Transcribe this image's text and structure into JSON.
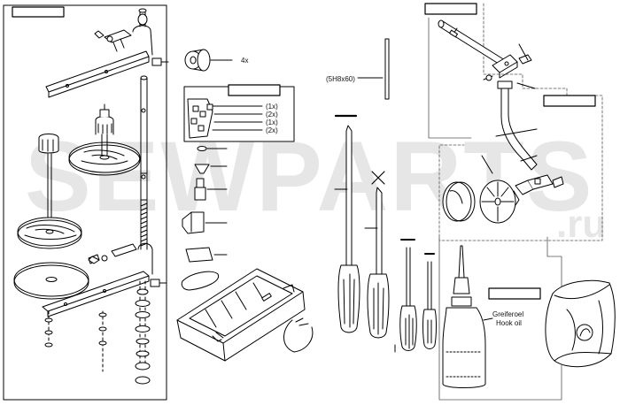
{
  "watermark": {
    "text": "SEWPARTS",
    "suffix": ".ru"
  },
  "labels": {
    "bearing_qty": "4x",
    "pin_size": "(5H8x60)",
    "screw_qty_1": "(1x)",
    "screw_qty_2": "(2x)",
    "screw_qty_3": "(1x)",
    "screw_qty_4": "(2x)",
    "oil_de": "Greiferoel",
    "oil_en": "Hook oil"
  },
  "colors": {
    "line": "#000000",
    "watermark": "#e6e6e6",
    "frame": "#555555"
  }
}
